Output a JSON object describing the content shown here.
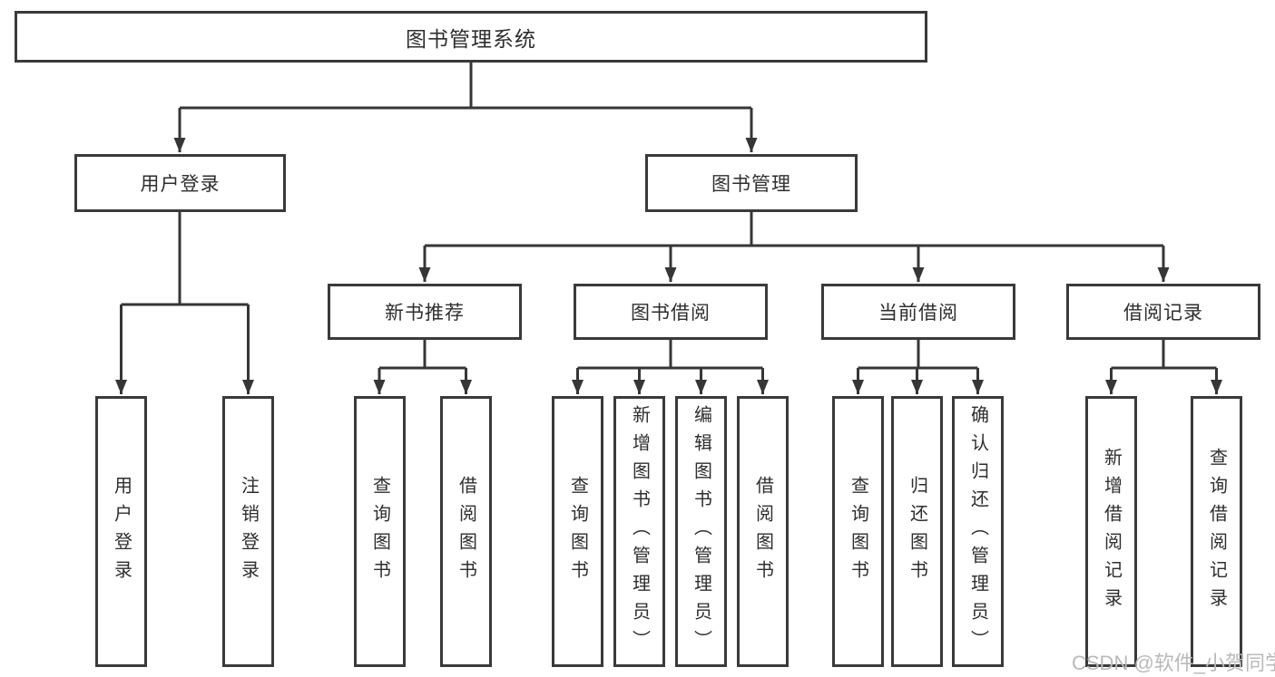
{
  "tree": {
    "label": "图书管理系统",
    "children": [
      {
        "label": "用户登录",
        "children": [
          {
            "label": "用户登录"
          },
          {
            "label": "注销登录"
          }
        ]
      },
      {
        "label": "图书管理",
        "children": [
          {
            "label": "新书推荐",
            "children": [
              {
                "label": "查询图书"
              },
              {
                "label": "借阅图书"
              }
            ]
          },
          {
            "label": "图书借阅",
            "children": [
              {
                "label": "查询图书"
              },
              {
                "label": "新增图书（管理员）"
              },
              {
                "label": "编辑图书（管理员）"
              },
              {
                "label": "借阅图书"
              }
            ]
          },
          {
            "label": "当前借阅",
            "children": [
              {
                "label": "查询图书"
              },
              {
                "label": "归还图书"
              },
              {
                "label": "确认归还（管理员）"
              }
            ]
          },
          {
            "label": "借阅记录",
            "children": [
              {
                "label": "新增借阅记录"
              },
              {
                "label": "查询借阅记录"
              }
            ]
          }
        ]
      }
    ]
  },
  "watermark": "CSDN @软件_小贺同学",
  "colors": {
    "line": "#363636",
    "box_border": "#3a3a3a",
    "text": "#2e2e2e",
    "watermark": "#b9b9b9",
    "background": "#ffffff"
  }
}
